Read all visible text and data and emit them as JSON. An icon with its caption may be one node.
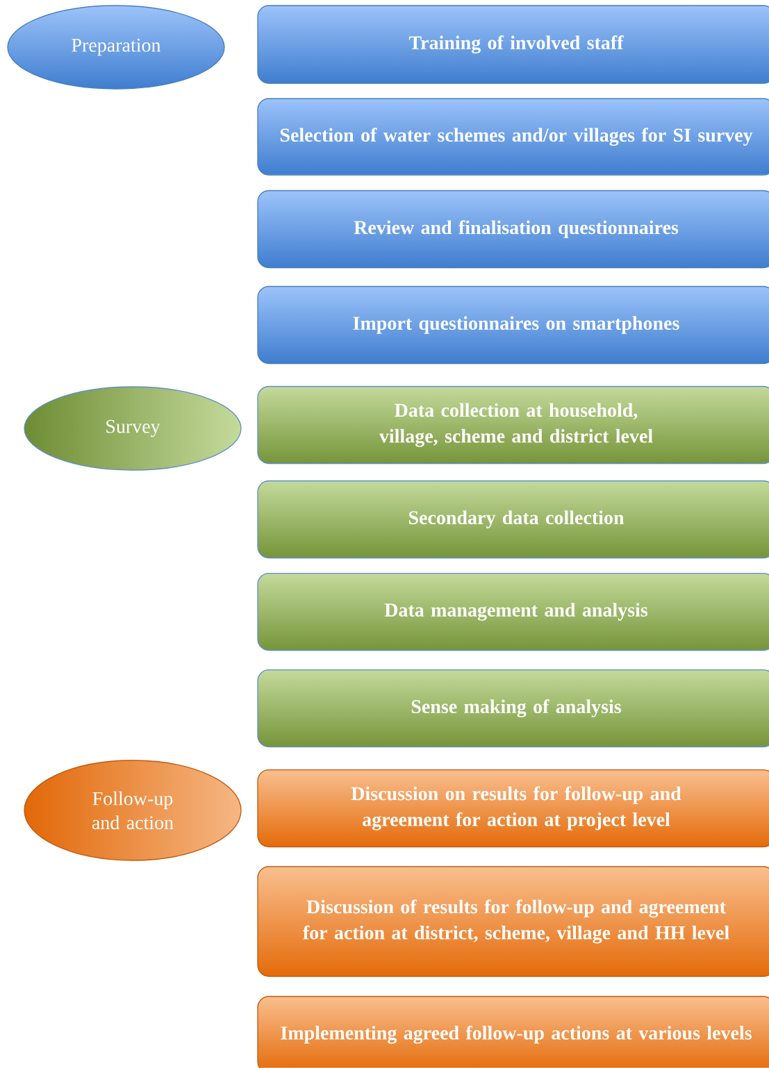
{
  "diagram": {
    "nodes": [
      {
        "text": [
          "Preparation"
        ]
      },
      {
        "text": [
          "Training of involved staff"
        ]
      },
      {
        "text": [
          "Selection of water schemes and/or villages for SI survey"
        ]
      },
      {
        "text": [
          "Review and finalisation questionnaires"
        ]
      },
      {
        "text": [
          "Import questionnaires on smartphones"
        ]
      },
      {
        "text": [
          "Survey"
        ]
      },
      {
        "text": [
          "Data collection at household, village, scheme and district level"
        ]
      },
      {
        "text": [
          "Secondary data collection"
        ]
      },
      {
        "text": [
          "Data management and analysis"
        ]
      },
      {
        "text": [
          "Sense making of analysis"
        ]
      },
      {
        "text": [
          "Follow-up and action"
        ]
      },
      {
        "text": [
          "Discussion on results for follow-up and agreement for action at project level"
        ]
      },
      {
        "text": [
          "Discussion of results for follow-up and agreement for action at district, scheme, village and HH level"
        ]
      },
      {
        "text": [
          "Implementing agreed follow-up actions at various levels"
        ]
      }
    ]
  }
}
